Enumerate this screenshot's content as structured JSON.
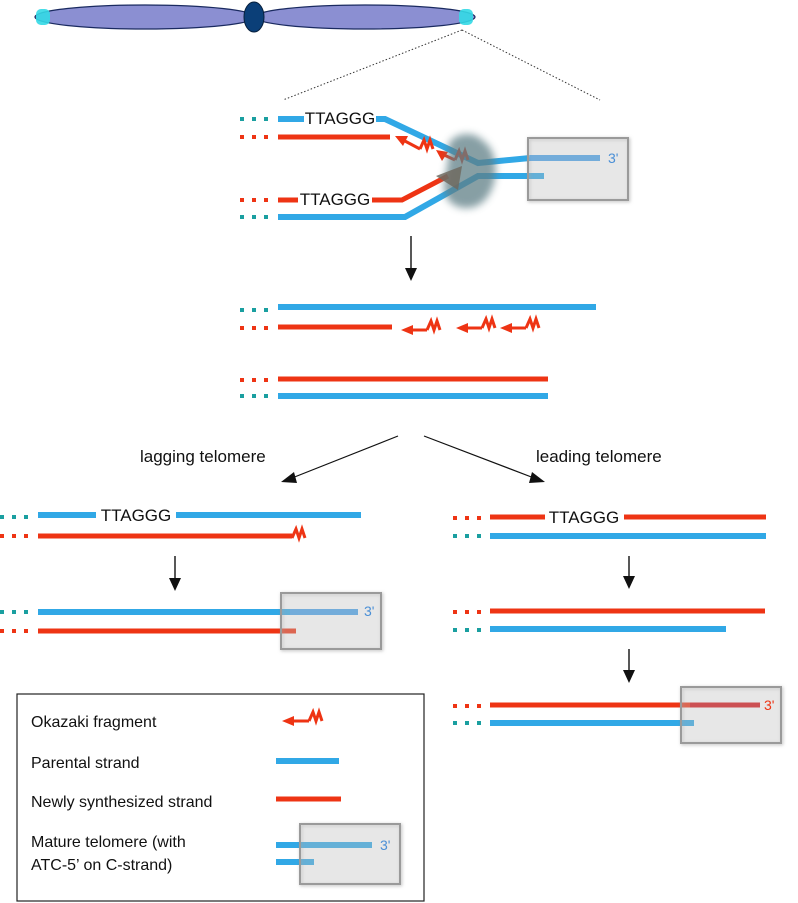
{
  "colors": {
    "parental": "#31a8e6",
    "newly": "#ee3414",
    "dots_parental": "#1a9fa0",
    "chromosome_fill": "#8b8fd2",
    "chromosome_tip": "#33d9e6",
    "centromere": "#0b3f78",
    "box": "#9a9a9a",
    "arrow": "#111111"
  },
  "fork": {
    "top_seq": "TTAGGG",
    "bottom_seq": "TTAGGG",
    "end_label": "3'"
  },
  "branches": {
    "lagging_title": "lagging telomere",
    "leading_title": "leading telomere"
  },
  "lagging": {
    "seq": "TTAGGG",
    "end_label": "3'"
  },
  "leading": {
    "seq": "TTAGGG",
    "end_label": "3'"
  },
  "legend": {
    "okazaki": "Okazaki fragment",
    "parental": "Parental strand",
    "newly": "Newly synthesized strand",
    "mature_line1": "Mature telomere (with",
    "mature_line2": "ATC-5’ on C-strand)",
    "mature_end": "3'"
  }
}
